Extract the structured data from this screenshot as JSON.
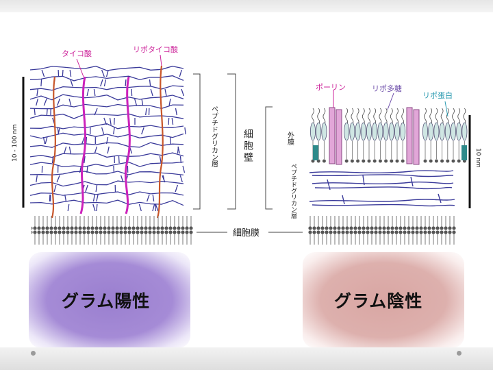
{
  "labels": {
    "teichoic_acid": "タイコ酸",
    "lipoteichoic_acid": "リポタイコ酸",
    "scale_left": "10 - 100 nm",
    "peptidoglycan_left": "ペプチドグリカン層",
    "cell_wall": "細胞壁",
    "outer_membrane": "外膜",
    "peptidoglycan_right": "ペプチドグリカン層",
    "porin": "ポーリン",
    "lipopolysaccharide": "リポ多糖",
    "lipoprotein": "リポ蛋白",
    "scale_right": "10 nm",
    "cell_membrane": "細胞膜",
    "gram_positive": "グラム陽性",
    "gram_negative": "グラム陰性"
  },
  "colors": {
    "fiber": "#3a3a9a",
    "teichoic": "#cc22bb",
    "lipoteichoic": "#c8562a",
    "porin_fill": "#e2a6d8",
    "lps_fill": "#cfe6e3",
    "lipoprotein_fill": "#2e8a8a",
    "label_magenta": "#cc2299",
    "label_purple": "#6a4aa8",
    "label_teal": "#2a9ab0",
    "positive_box": "#9a7fcf",
    "negative_box": "#d9a6a3"
  }
}
